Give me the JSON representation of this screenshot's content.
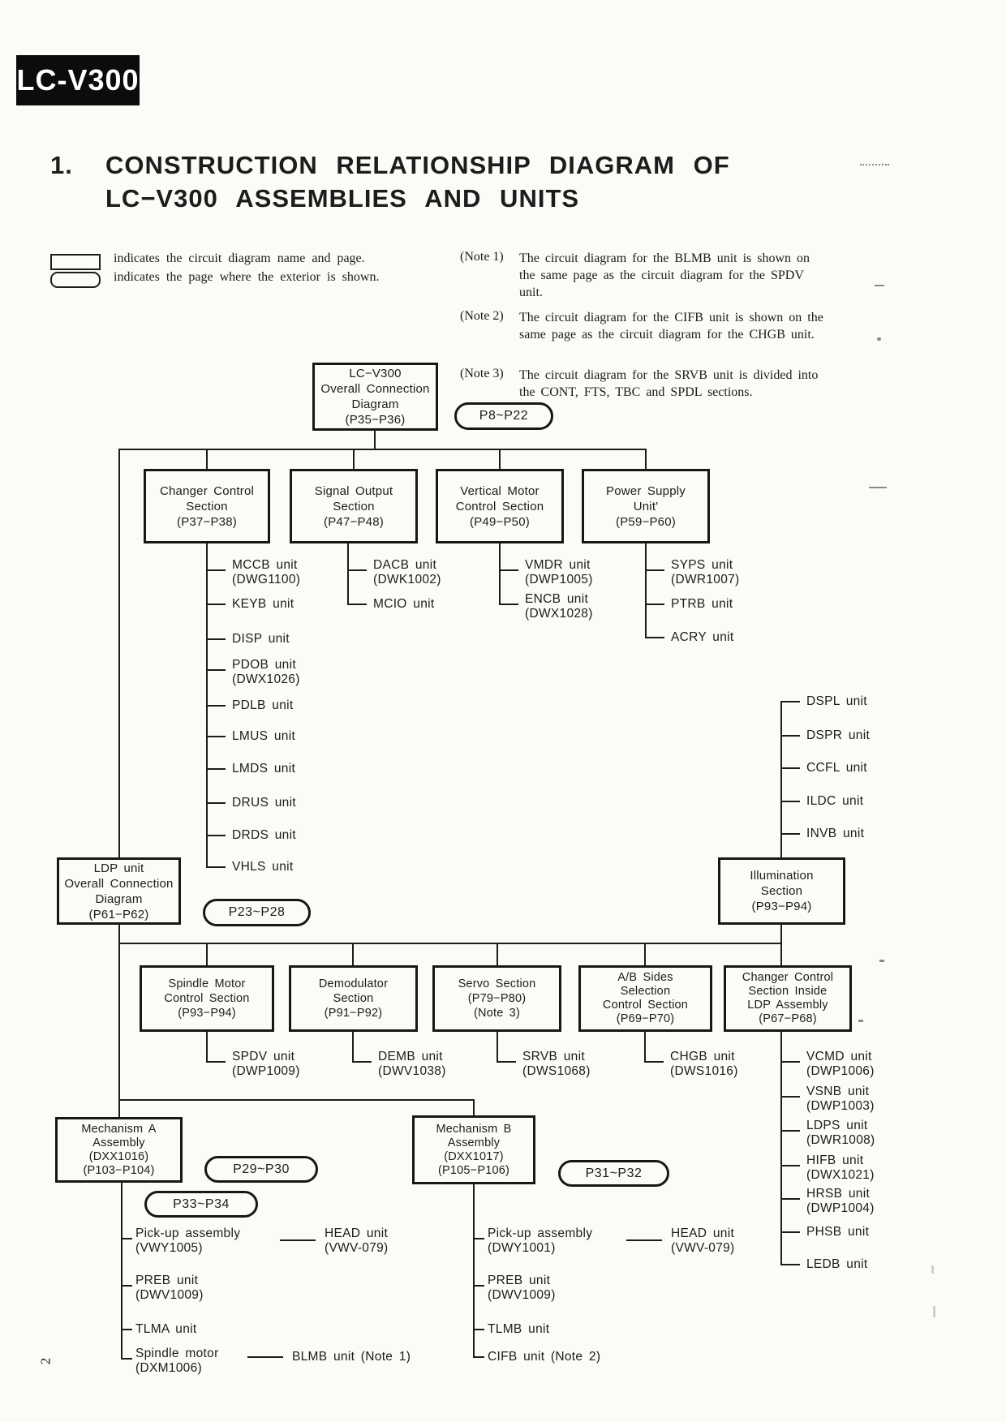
{
  "badge": "LC-V300",
  "page_number": "2",
  "title": {
    "index": "1.",
    "line1": "CONSTRUCTION RELATIONSHIP DIAGRAM OF",
    "line2": "LC−V300 ASSEMBLIES AND UNITS"
  },
  "legend": {
    "rect_label": "indicates the circuit diagram name and page.",
    "oval_label": "indicates the page where the exterior is shown."
  },
  "notes": [
    {
      "label": "(Note 1)",
      "text": "The circuit diagram for the BLMB unit is shown on the same page as the circuit diagram for the SPDV unit."
    },
    {
      "label": "(Note 2)",
      "text": "The circuit diagram for the CIFB unit is shown on the same page as the circuit diagram for the CHGB unit."
    },
    {
      "label": "(Note 3)",
      "text": "The circuit diagram for the SRVB unit is divided into the CONT, FTS, TBC and SPDL sections."
    }
  ],
  "boxes": {
    "root": {
      "lines": [
        "LC−V300",
        "Overall Connection",
        "Diagram",
        "(P35−P36)"
      ]
    },
    "changer_control": {
      "lines": [
        "Changer Control",
        "Section",
        "(P37−P38)"
      ]
    },
    "signal_output": {
      "lines": [
        "Signal Output",
        "Section",
        "(P47−P48)"
      ]
    },
    "vertical_motor": {
      "lines": [
        "Vertical Motor",
        "Control Section",
        "(P49−P50)"
      ]
    },
    "power_supply": {
      "lines": [
        "Power Supply",
        "Unit'",
        "(P59−P60)"
      ]
    },
    "ldp": {
      "lines": [
        "LDP unit",
        "Overall Connection",
        "Diagram",
        "(P61−P62)"
      ]
    },
    "illumination": {
      "lines": [
        "Illumination",
        "Section",
        "(P93−P94)"
      ]
    },
    "spindle": {
      "lines": [
        "Spindle Motor",
        "Control Section",
        "(P93−P94)"
      ]
    },
    "demodulator": {
      "lines": [
        "Demodulator",
        "Section",
        "(P91−P92)"
      ]
    },
    "servo": {
      "lines": [
        "Servo Section",
        "(P79−P80)",
        "(Note 3)"
      ]
    },
    "ab_sides": {
      "lines": [
        "A/B Sides",
        "Selection",
        "Control Section",
        "(P69−P70)"
      ]
    },
    "changer_inside": {
      "lines": [
        "Changer Control",
        "Section Inside",
        "LDP Assembly",
        "(P67−P68)"
      ]
    },
    "mech_a": {
      "lines": [
        "Mechanism A",
        "Assembly",
        "(DXX1016)",
        "(P103−P104)"
      ]
    },
    "mech_b": {
      "lines": [
        "Mechanism B",
        "Assembly",
        "(DXX1017)",
        "(P105−P106)"
      ]
    }
  },
  "ovals": {
    "p8_p22": "P8~P22",
    "p23_p28": "P23~P28",
    "p29_p30": "P29~P30",
    "p31_p32": "P31~P32",
    "p33_p34": "P33~P34"
  },
  "units": {
    "changer": [
      {
        "name": "MCCB unit",
        "part": "(DWG1100)"
      },
      {
        "name": "KEYB unit"
      },
      {
        "name": "DISP unit"
      },
      {
        "name": "PDOB unit",
        "part": "(DWX1026)"
      },
      {
        "name": "PDLB unit"
      },
      {
        "name": "LMUS unit"
      },
      {
        "name": "LMDS unit"
      },
      {
        "name": "DRUS unit"
      },
      {
        "name": "DRDS unit"
      },
      {
        "name": "VHLS unit"
      }
    ],
    "signal": [
      {
        "name": "DACB unit",
        "part": "(DWK1002)"
      },
      {
        "name": "MCIO unit"
      }
    ],
    "vertical_motor": [
      {
        "name": "VMDR unit",
        "part": "(DWP1005)"
      },
      {
        "name": "ENCB unit",
        "part": "(DWX1028)"
      }
    ],
    "power": [
      {
        "name": "SYPS unit",
        "part": "(DWR1007)"
      },
      {
        "name": "PTRB unit"
      },
      {
        "name": "ACRY unit"
      }
    ],
    "illumination": [
      {
        "name": "DSPL unit"
      },
      {
        "name": "DSPR unit"
      },
      {
        "name": "CCFL unit"
      },
      {
        "name": "ILDC unit"
      },
      {
        "name": "INVB unit"
      }
    ],
    "spindle": [
      {
        "name": "SPDV unit",
        "part": "(DWP1009)"
      }
    ],
    "demodulator": [
      {
        "name": "DEMB unit",
        "part": "(DWV1038)"
      }
    ],
    "servo": [
      {
        "name": "SRVB unit",
        "part": "(DWS1068)"
      }
    ],
    "ab_sides": [
      {
        "name": "CHGB unit",
        "part": "(DWS1016)"
      }
    ],
    "changer_inside": [
      {
        "name": "VCMD unit",
        "part": "(DWP1006)"
      },
      {
        "name": "VSNB unit",
        "part": "(DWP1003)"
      },
      {
        "name": "LDPS unit",
        "part": "(DWR1008)"
      },
      {
        "name": "HIFB unit",
        "part": "(DWX1021)"
      },
      {
        "name": "HRSB unit",
        "part": "(DWP1004)"
      },
      {
        "name": "PHSB unit"
      },
      {
        "name": "LEDB unit"
      }
    ],
    "mech_a": [
      {
        "name": "Pick-up assembly",
        "part": "(VWY1005)",
        "linked": {
          "name": "HEAD unit",
          "part": "(VWV-079)"
        }
      },
      {
        "name": "PREB unit",
        "part": "(DWV1009)"
      },
      {
        "name": "TLMA unit"
      },
      {
        "name": "Spindle motor",
        "part": "(DXM1006)",
        "linked": {
          "name": "BLMB unit (Note 1)"
        }
      }
    ],
    "mech_b": [
      {
        "name": "Pick-up assembly",
        "part": "(DWY1001)",
        "linked": {
          "name": "HEAD unit",
          "part": "(VWV-079)"
        }
      },
      {
        "name": "PREB unit",
        "part": "(DWV1009)"
      },
      {
        "name": "TLMB unit"
      },
      {
        "name": "CIFB unit (Note 2)"
      }
    ]
  }
}
